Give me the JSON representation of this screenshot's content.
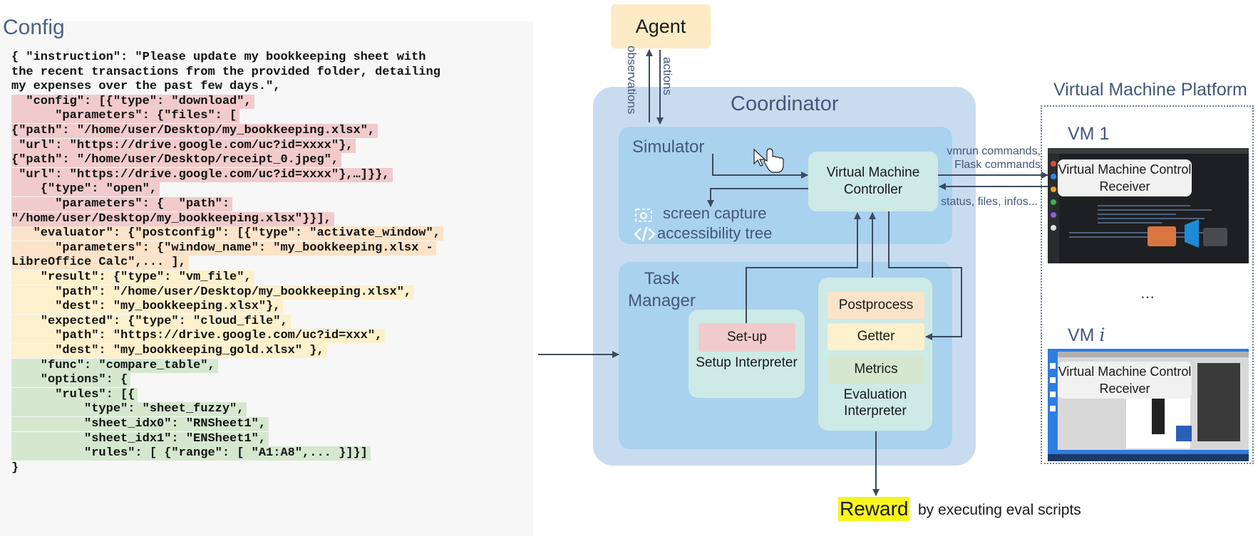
{
  "config": {
    "title": "Config",
    "lines": [
      {
        "text": "{ \"instruction\": \"Please update my bookkeeping sheet with",
        "hl": "none"
      },
      {
        "text": "the recent transactions from the provided folder, detailing",
        "hl": "none"
      },
      {
        "text": "my expenses over the past few days.\",",
        "hl": "none"
      },
      {
        "text": "  \"config\": [{\"type\": \"download\",",
        "hl": "pink"
      },
      {
        "text": "      \"parameters\": {\"files\": [",
        "hl": "pink"
      },
      {
        "text": "{\"path\": \"/home/user/Desktop/my_bookkeeping.xlsx\",",
        "hl": "pink"
      },
      {
        "text": " \"url\": \"https://drive.google.com/uc?id=xxxx\"},",
        "hl": "pink"
      },
      {
        "text": "{\"path\": \"/home/user/Desktop/receipt_0.jpeg\",",
        "hl": "pink"
      },
      {
        "text": " \"url\": \"https://drive.google.com/uc?id=xxxx\"},…]}},",
        "hl": "pink"
      },
      {
        "text": "    {\"type\": \"open\",",
        "hl": "pink"
      },
      {
        "text": "      \"parameters\": {  \"path\":",
        "hl": "pink"
      },
      {
        "text": "\"/home/user/Desktop/my_bookkeeping.xlsx\"}}],",
        "hl": "pink"
      },
      {
        "text": "   \"evaluator\": {\"postconfig\": [{\"type\": \"activate_window\",",
        "hl": "orange"
      },
      {
        "text": "      \"parameters\": {\"window_name\": \"my_bookkeeping.xlsx -",
        "hl": "orange"
      },
      {
        "text": "LibreOffice Calc\",... ],",
        "hl": "orange"
      },
      {
        "text": "    \"result\": {\"type\": \"vm_file\",",
        "hl": "yellow"
      },
      {
        "text": "      \"path\": \"/home/user/Desktop/my_bookkeeping.xlsx\",",
        "hl": "yellow"
      },
      {
        "text": "      \"dest\": \"my_bookkeeping.xlsx\"},",
        "hl": "yellow"
      },
      {
        "text": "    \"expected\": {\"type\": \"cloud_file\",",
        "hl": "yellow"
      },
      {
        "text": "      \"path\": \"https://drive.google.com/uc?id=xxx\",",
        "hl": "yellow"
      },
      {
        "text": "      \"dest\": \"my_bookkeeping_gold.xlsx\" },",
        "hl": "yellow"
      },
      {
        "text": "    \"func\": \"compare_table\",",
        "hl": "green"
      },
      {
        "text": "    \"options\": {",
        "hl": "green"
      },
      {
        "text": "      \"rules\": [{",
        "hl": "green"
      },
      {
        "text": "          \"type\": \"sheet_fuzzy\",",
        "hl": "green"
      },
      {
        "text": "          \"sheet_idx0\": \"RNSheet1\",",
        "hl": "green"
      },
      {
        "text": "          \"sheet_idx1\": \"ENSheet1\",",
        "hl": "green"
      },
      {
        "text": "          \"rules\": [ {\"range\": [ \"A1:A8\",... }]}]",
        "hl": "green"
      },
      {
        "text": "}",
        "hl": "none"
      }
    ]
  },
  "diagram": {
    "agent": "Agent",
    "observations": "observations",
    "actions": "actions",
    "coordinator": "Coordinator",
    "simulator": "Simulator",
    "vm_controller": "Virtual Machine Controller",
    "screen_capture": "screen capture",
    "accessibility_tree": "accessibility tree",
    "task_manager": "Task Manager",
    "setup_button": "Set-up",
    "setup_interpreter": "Setup Interpreter",
    "postprocess": "Postprocess",
    "getter": "Getter",
    "metrics": "Metrics",
    "evaluation_interpreter": "Evaluation Interpreter",
    "vmrun_commands": "vmrun commands,",
    "flask_commands": "Flask commands",
    "status_files": "status, files, infos...",
    "vm_platform": "Virtual Machine Platform",
    "vm1": "VM 1",
    "vmi_prefix": "VM ",
    "vmi_index": "i",
    "ellipsis": "...",
    "vm_receiver_1": "Virtual Machine Control Receiver",
    "vm_receiver_2": "Virtual Machine Control Receiver",
    "reward": "Reward",
    "reward_suffix": "by executing eval scripts"
  },
  "colors": {
    "pink_highlight": "#f1cbcb",
    "orange_highlight": "#fbe3c9",
    "yellow_highlight": "#fdf0cc",
    "green_highlight": "#d5e8cf",
    "arrow": "#3c4a5e",
    "coordinator": "#c9dcef",
    "module": "#a9d2ee",
    "controller": "#cdeae6",
    "agent": "#fcebc5",
    "reward_highlight": "#f7f51d"
  }
}
